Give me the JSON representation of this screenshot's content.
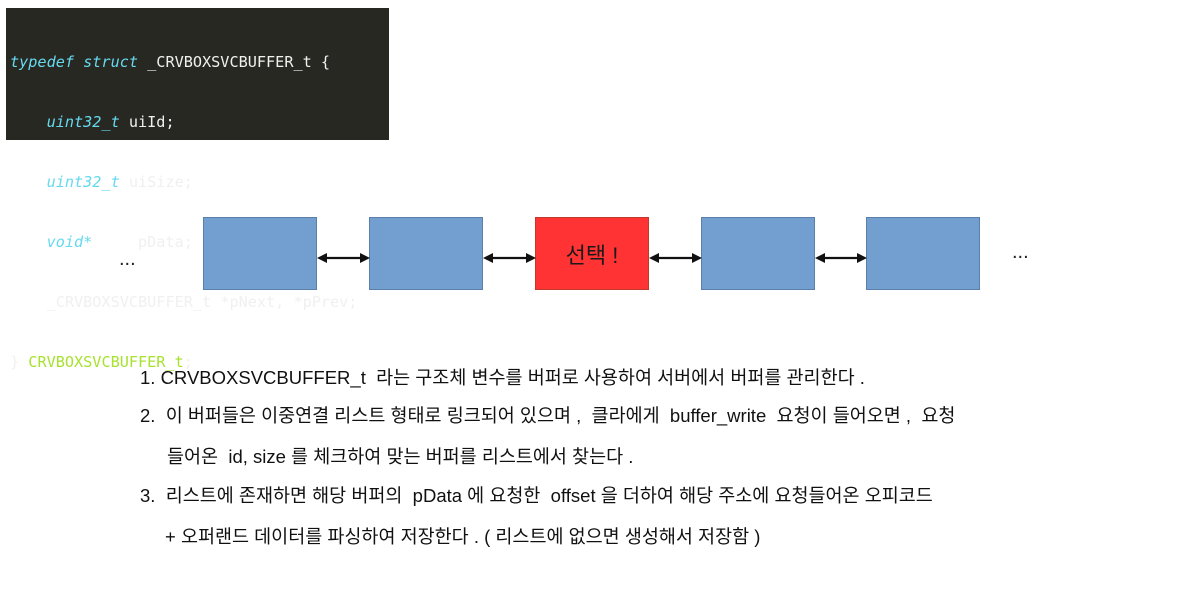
{
  "code": {
    "line1_kw": "typedef struct",
    "line1_name": " _CRVBOXSVCBUFFER_t {",
    "line2_kw": "    uint32_t",
    "line2_rest": " uiId;",
    "line3_kw": "    uint32_t",
    "line3_rest": " uiSize;",
    "line4_kw": "    void*",
    "line4_rest": "     pData;",
    "line5": "    _CRVBOXSVCBUFFER_t *pNext, *pPrev;",
    "line6_brace": "} ",
    "line6_type": "CRVBOXSVCBUFFER_t",
    "line6_end": ";"
  },
  "diagram": {
    "left_ellipsis": "...",
    "right_ellipsis": "...",
    "selected_label": "선택 !",
    "node_color": "#729fcf",
    "selected_color": "#ff3333"
  },
  "notes": {
    "n1": "1. CRVBOXSVCBUFFER_t  라는 구조체 변수를 버퍼로 사용하여 서버에서 버퍼를 관리한다 .",
    "n2a": "2.  이 버퍼들은 이중연결 리스트 형태로 링크되어 있으며 ,  클라에게  buffer_write  요청이 들어오면 ,  요청",
    "n2b": "들어온  id, size 를 체크하여 맞는 버퍼를 리스트에서 찾는다 .",
    "n3a": "3.  리스트에 존재하면 해당 버퍼의  pData 에 요청한  offset 을 더하여 해당 주소에 요청들어온 오피코드",
    "n3b": "+ 오퍼랜드 데이터를 파싱하여 저장한다 . ( 리스트에 없으면 생성해서 저장함 )"
  }
}
